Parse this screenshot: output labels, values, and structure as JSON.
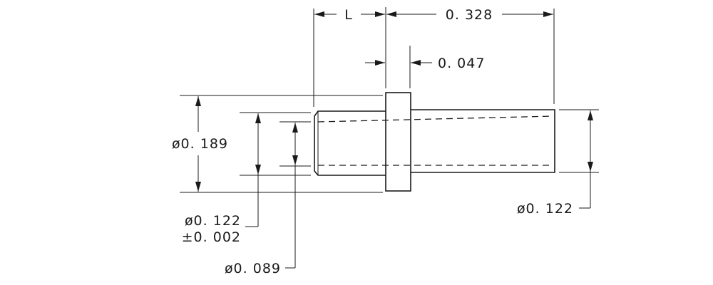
{
  "dimensions": {
    "length_symbol": "L",
    "overall_length": "0. 328",
    "flange_thickness": "0. 047",
    "flange_diameter": "ø0. 189",
    "shank_diameter": "ø0. 122",
    "shank_tolerance": "±0. 002",
    "bore_diameter": "ø0. 089",
    "tail_diameter": "ø0. 122"
  }
}
